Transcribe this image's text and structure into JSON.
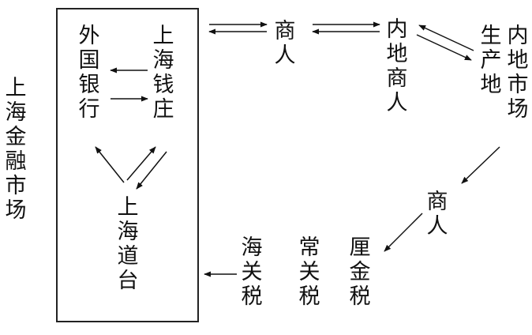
{
  "labels": {
    "shanghai_financial_market": "上海金融市场",
    "foreign_banks": "外国银行",
    "shanghai_qianzhuang": "上海钱庄",
    "shanghai_daotai": "上海道台",
    "merchants_top": "商人",
    "inland_merchants": "内地商人",
    "producing_areas": "生产地",
    "inland_market": "内地市场",
    "merchants_right": "商人",
    "customs_duty": "海关税",
    "native_customs_duty": "常关税",
    "lijin_tax": "厘金税"
  }
}
